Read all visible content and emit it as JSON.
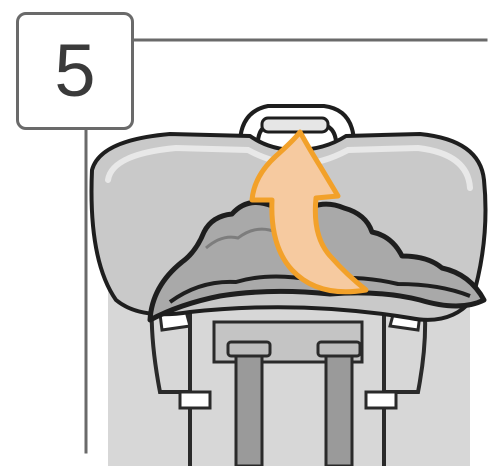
{
  "step": {
    "number": "5"
  },
  "illustration": {
    "subject": "child-car-seat-top-view",
    "action": "lift-cover-upward"
  },
  "icons": {
    "arrow": "curved-up-arrow-icon",
    "handle": "seat-handle-icon"
  },
  "colors": {
    "frame": "#6a6a6a",
    "seat_light": "#d9d9d9",
    "seat_mid": "#bcbcbc",
    "seat_dark": "#8f8f8f",
    "outline": "#1e1e1e",
    "arrow_fill": "#f6caa0",
    "arrow_stroke": "#f2a12a"
  }
}
